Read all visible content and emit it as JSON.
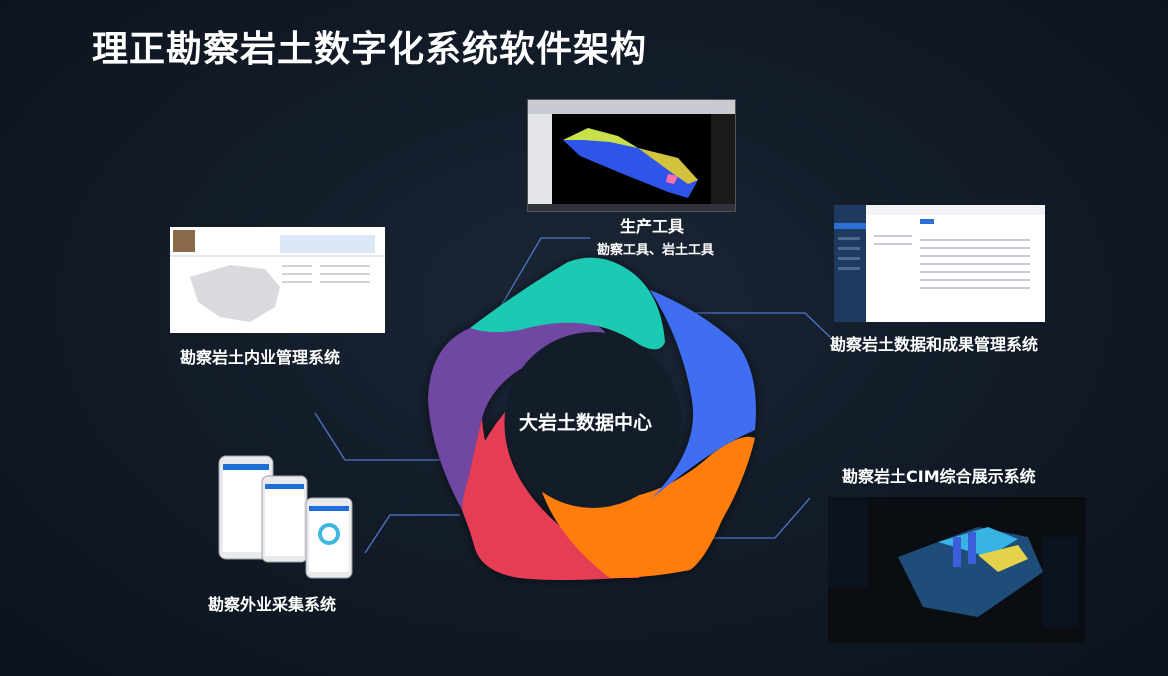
{
  "title": "理正勘察岩土数字化系统软件架构",
  "center": "大岩土数据中心",
  "modules": {
    "production": {
      "label": "生产工具",
      "sub": "勘察工具、岩土工具"
    },
    "data_mgmt": {
      "label": "勘察岩土数据和成果管理系统"
    },
    "indoor": {
      "label": "勘察岩土内业管理系统"
    },
    "cim": {
      "label": "勘察岩土CIM综合展示系统"
    },
    "field": {
      "label": "勘察外业采集系统"
    }
  },
  "colors": {
    "teal": "#1fc9b3",
    "blue": "#3f6ef0",
    "orange": "#ff7d0d",
    "red": "#e63e57",
    "purple": "#6f46a3",
    "connector": "#4d78c8"
  }
}
